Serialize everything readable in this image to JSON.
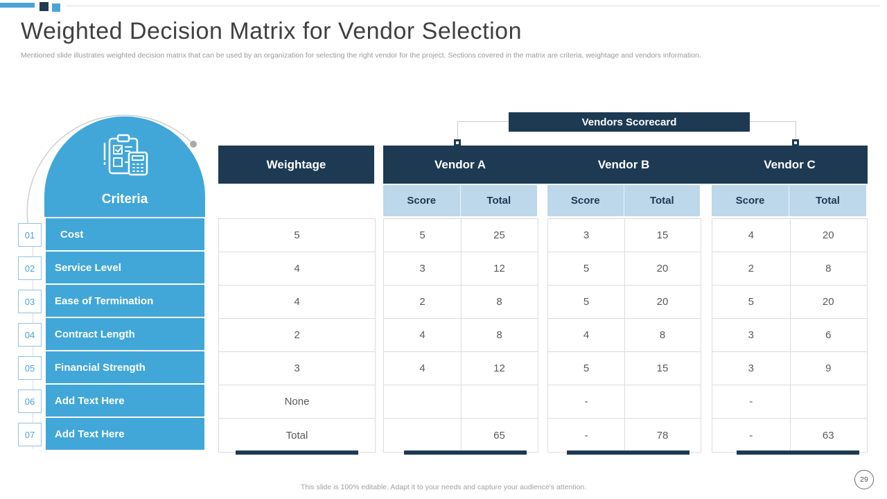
{
  "slide": {
    "title": "Weighted Decision Matrix for Vendor Selection",
    "subtitle": "Mentioned slide illustrates weighted decision matrix that can be used by an organization for selecting the right vendor for the project. Sections covered in the matrix are criteria, weightage and vendors information.",
    "footer_note": "This slide is 100% editable. Adapt it to your needs and capture your audience's attention.",
    "page_number": "29"
  },
  "colors": {
    "accent_blue": "#41a7d9",
    "navy": "#1d3a52",
    "subheader_blue": "#bdd7eb",
    "border_gray": "#dcdcdc"
  },
  "criteria_section": {
    "heading": "Criteria",
    "icon": "clipboard-checklist-calculator-icon",
    "items": [
      {
        "number": "01",
        "label": "Cost"
      },
      {
        "number": "02",
        "label": "Service Level"
      },
      {
        "number": "03",
        "label": "Ease of Termination"
      },
      {
        "number": "04",
        "label": "Contract Length"
      },
      {
        "number": "05",
        "label": "Financial Strength"
      },
      {
        "number": "06",
        "label": "Add Text Here"
      },
      {
        "number": "07",
        "label": "Add Text Here"
      }
    ]
  },
  "scorecard": {
    "banner": "Vendors Scorecard",
    "weightage_header": "Weightage",
    "vendor_headers": [
      "Vendor A",
      "Vendor B",
      "Vendor C"
    ],
    "subheaders": {
      "score": "Score",
      "total": "Total"
    },
    "rows": [
      {
        "weightage": "5",
        "a_score": "5",
        "a_total": "25",
        "b_score": "3",
        "b_total": "15",
        "c_score": "4",
        "c_total": "20"
      },
      {
        "weightage": "4",
        "a_score": "3",
        "a_total": "12",
        "b_score": "5",
        "b_total": "20",
        "c_score": "2",
        "c_total": "8"
      },
      {
        "weightage": "4",
        "a_score": "2",
        "a_total": "8",
        "b_score": "5",
        "b_total": "20",
        "c_score": "5",
        "c_total": "20"
      },
      {
        "weightage": "2",
        "a_score": "4",
        "a_total": "8",
        "b_score": "4",
        "b_total": "8",
        "c_score": "3",
        "c_total": "6"
      },
      {
        "weightage": "3",
        "a_score": "4",
        "a_total": "12",
        "b_score": "5",
        "b_total": "15",
        "c_score": "3",
        "c_total": "9"
      },
      {
        "weightage": "None",
        "a_score": "",
        "a_total": "",
        "b_score": "-",
        "b_total": "",
        "c_score": "-",
        "c_total": ""
      },
      {
        "weightage": "Total",
        "a_score": "",
        "a_total": "65",
        "b_score": "-",
        "b_total": "78",
        "c_score": "-",
        "c_total": "63"
      }
    ]
  }
}
